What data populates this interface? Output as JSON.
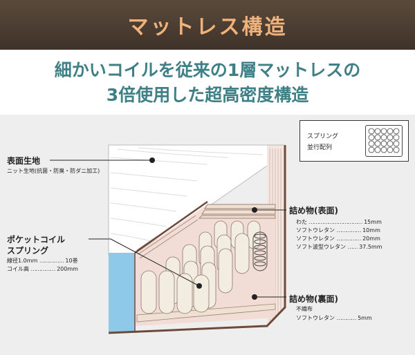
{
  "header": {
    "title": "マットレス構造"
  },
  "subtitle": {
    "line1": "細かいコイルを従来の1層マットレスの",
    "line2": "3倍使用した超高密度構造"
  },
  "legend": {
    "line1": "スプリング",
    "line2": "並行配列"
  },
  "surface": {
    "title": "表面生地",
    "desc": "ニット生地(抗菌・防臭・防ダニ加工)"
  },
  "pocket": {
    "title_line1": "ポケットコイル",
    "title_line2": "スプリング",
    "specs": [
      {
        "label": "線径1.0mm",
        "dots": "……………",
        "value": "10巻"
      },
      {
        "label": "コイル高",
        "dots": "……………",
        "value": "200mm"
      }
    ]
  },
  "filling_top": {
    "title": "詰め物(表面)",
    "specs": [
      {
        "label": "わた",
        "dots": "……………………………",
        "value": "15mm"
      },
      {
        "label": "ソフトウレタン",
        "dots": "……………",
        "value": "10mm"
      },
      {
        "label": "ソフトウレタン",
        "dots": "……………",
        "value": "20mm"
      },
      {
        "label": "ソフト波型ウレタン",
        "dots": "……",
        "value": "37.5mm"
      }
    ]
  },
  "filling_bottom": {
    "title": "詰め物(裏面)",
    "specs": [
      {
        "label": "不織布",
        "dots": "",
        "value": ""
      },
      {
        "label": "ソフトウレタン",
        "dots": "…………",
        "value": "5mm"
      }
    ]
  },
  "colors": {
    "header_bg": "#4a3c31",
    "header_text": "#f0b27a",
    "subtitle": "#3f7f86",
    "side_blue": "#8ec9ea",
    "filling_pink": "#f2dcd6",
    "frame_brown": "#6b4a3a"
  }
}
